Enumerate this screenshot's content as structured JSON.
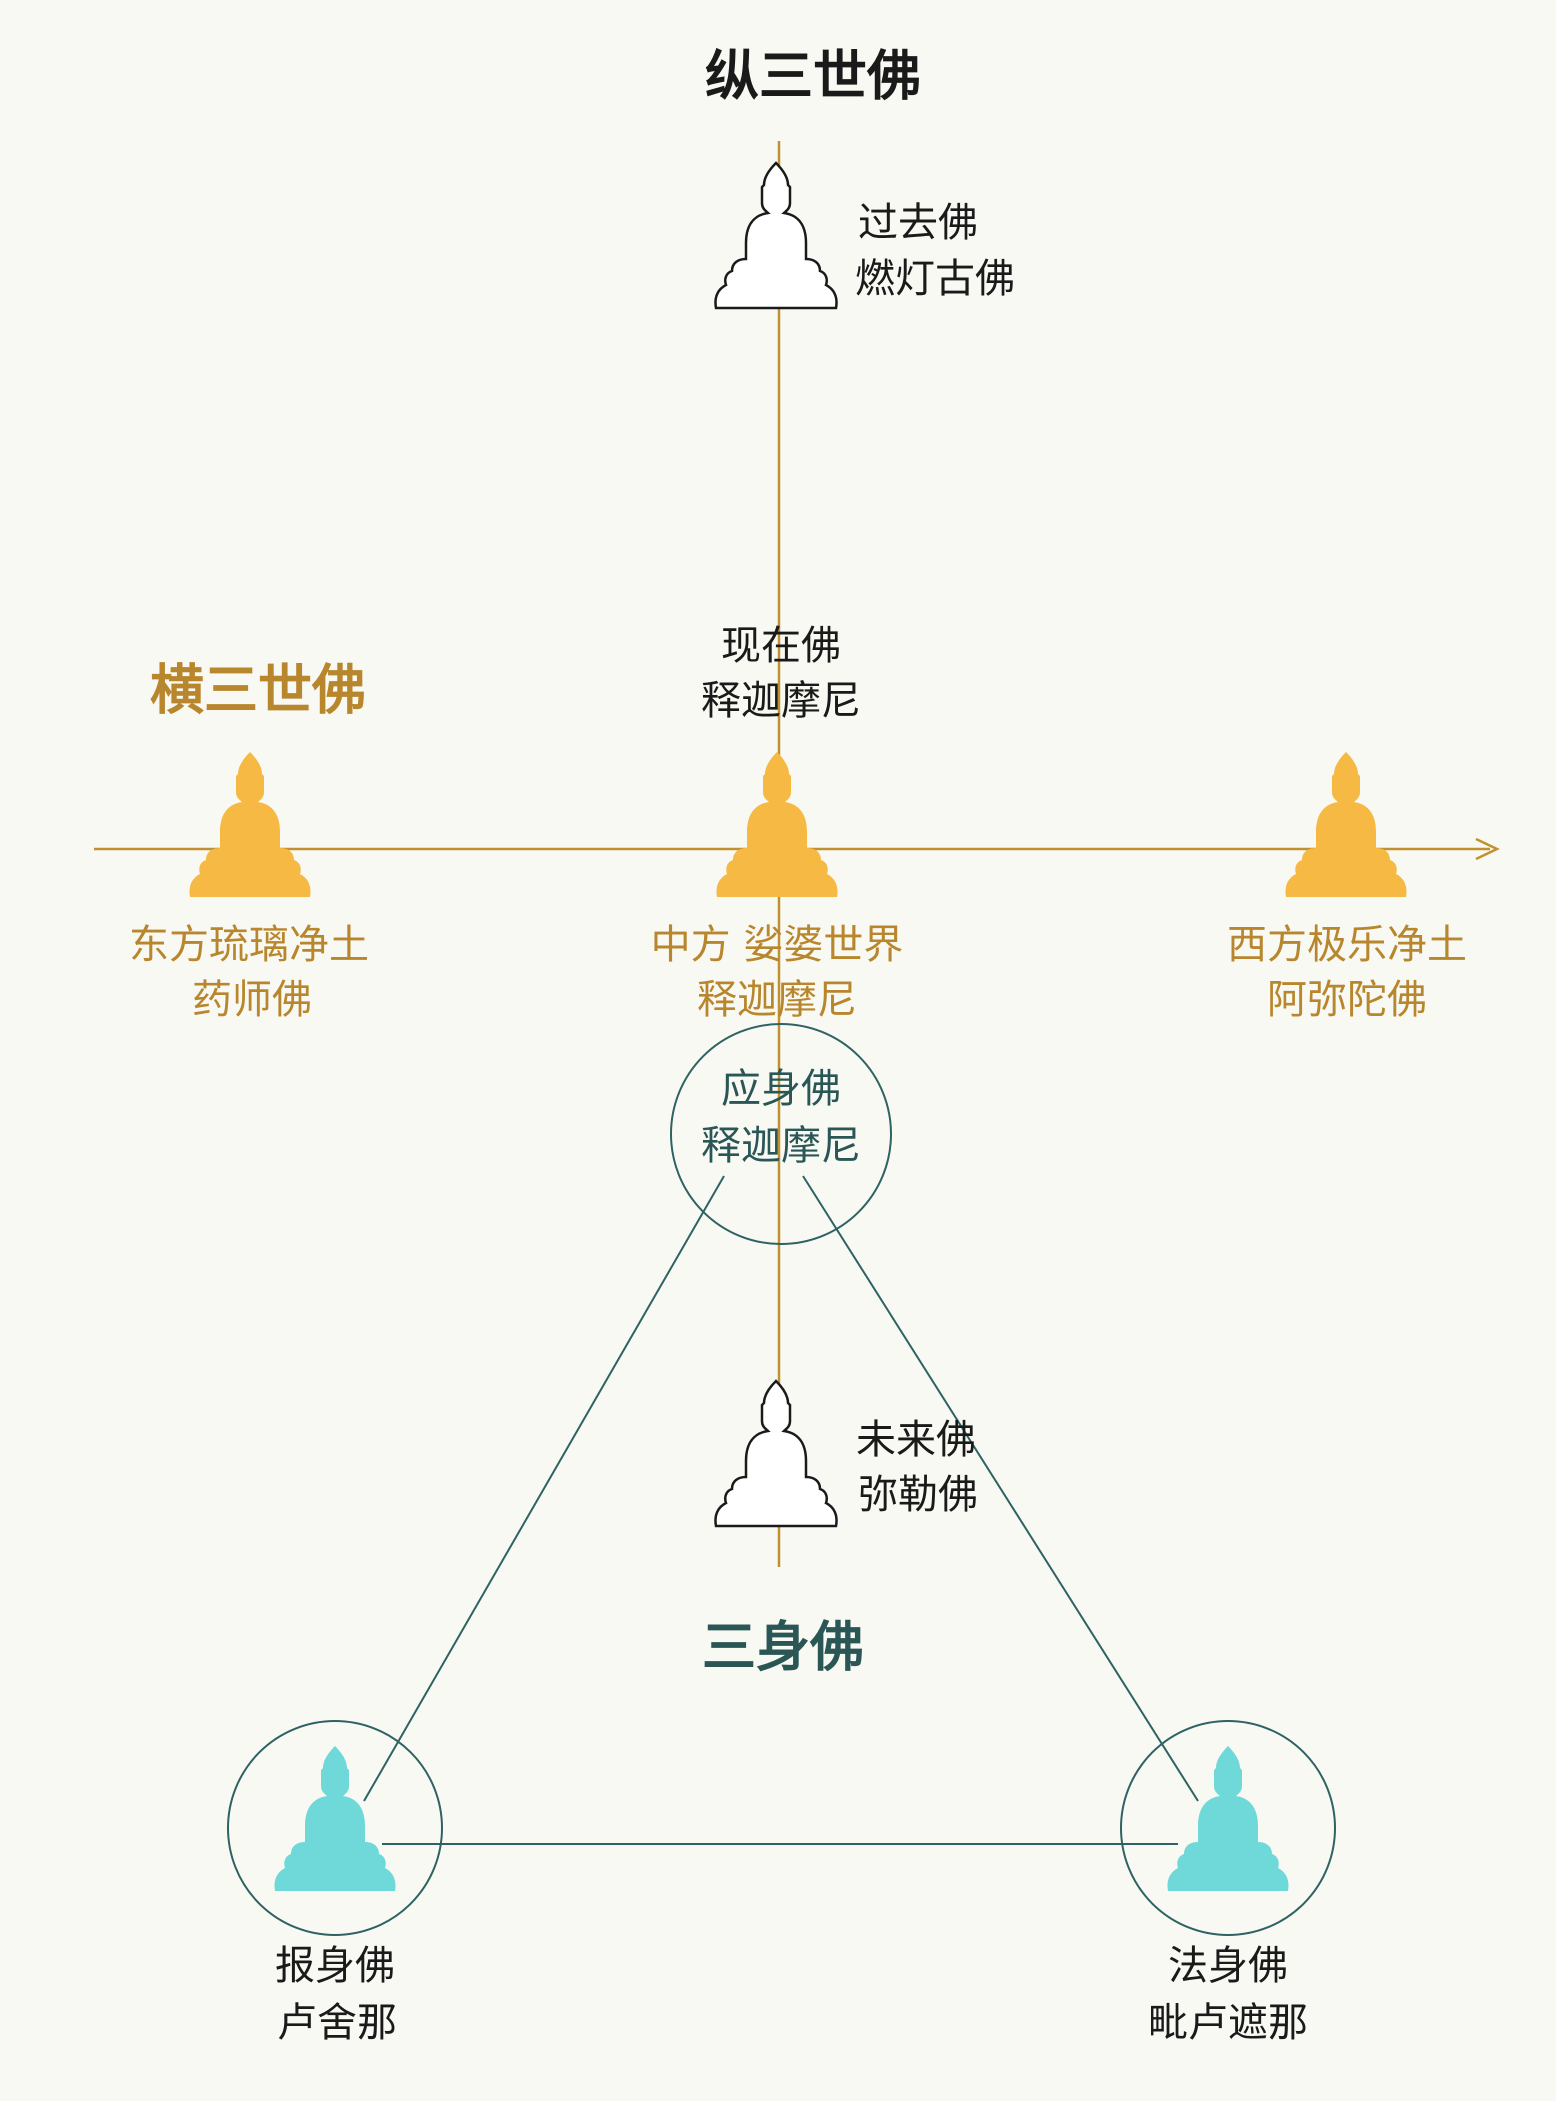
{
  "colors": {
    "background": "#f9f9f4",
    "gold_line": "#c0912e",
    "gold_fill": "#f5b944",
    "gold_text": "#b8862c",
    "teal_line": "#2f6262",
    "teal_fill": "#6fd9d9",
    "black": "#1a1a1a"
  },
  "vertical": {
    "title": "纵三世佛",
    "past": {
      "line1": "过去佛",
      "line2": "燃灯古佛"
    },
    "present": {
      "line1": "现在佛",
      "line2": "释迦摩尼"
    },
    "future": {
      "line1": "未来佛",
      "line2": "弥勒佛"
    }
  },
  "horizontal": {
    "title": "横三世佛",
    "east": {
      "line1": "东方琉璃净土",
      "line2": "药师佛"
    },
    "center": {
      "line1": "中方 娑婆世界",
      "line2": "释迦摩尼"
    },
    "west": {
      "line1": "西方极乐净土",
      "line2": "阿弥陀佛"
    }
  },
  "trikaya": {
    "title": "三身佛",
    "nirmanakaya": {
      "line1": "应身佛",
      "line2": "释迦摩尼"
    },
    "sambhogakaya": {
      "line1": "报身佛",
      "line2": "卢舍那"
    },
    "dharmakaya": {
      "line1": "法身佛",
      "line2": "毗卢遮那"
    }
  }
}
